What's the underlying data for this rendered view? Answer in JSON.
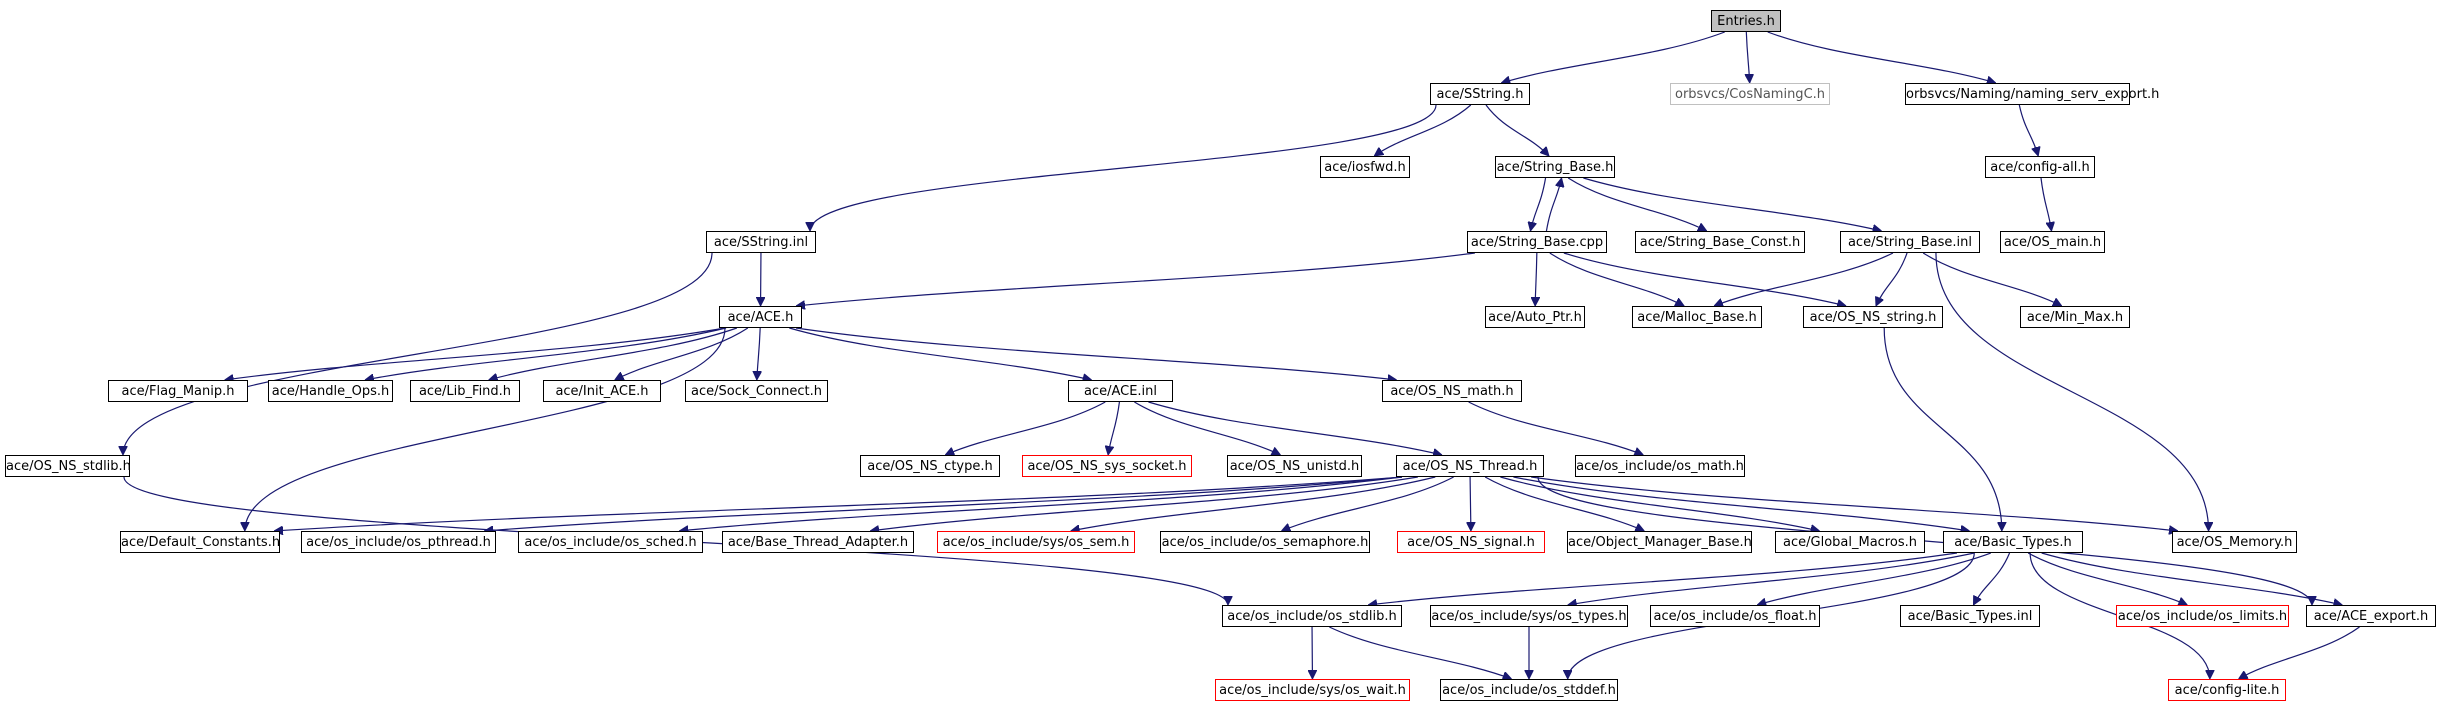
{
  "diagram": {
    "type": "include-dependency-graph",
    "colors": {
      "edge": "#191970",
      "node_border": "#000000",
      "missing_node_border": "#ff0000",
      "external_node_border": "#c0c0c0",
      "root_fill": "#c0c0c0"
    },
    "nodes": [
      {
        "id": "entries",
        "label": "Entries.h",
        "style": "root"
      },
      {
        "id": "sstring_h",
        "label": "ace/SString.h",
        "style": "normal"
      },
      {
        "id": "cosnaming",
        "label": "orbsvcs/CosNamingC.h",
        "style": "gray"
      },
      {
        "id": "naming_export",
        "label": "orbsvcs/Naming/naming_serv_export.h",
        "style": "normal"
      },
      {
        "id": "iosfwd",
        "label": "ace/iosfwd.h",
        "style": "normal"
      },
      {
        "id": "string_base_h",
        "label": "ace/String_Base.h",
        "style": "normal"
      },
      {
        "id": "config_all",
        "label": "ace/config-all.h",
        "style": "normal"
      },
      {
        "id": "sstring_inl",
        "label": "ace/SString.inl",
        "style": "normal"
      },
      {
        "id": "string_base_cpp",
        "label": "ace/String_Base.cpp",
        "style": "normal"
      },
      {
        "id": "string_base_const",
        "label": "ace/String_Base_Const.h",
        "style": "normal"
      },
      {
        "id": "string_base_inl",
        "label": "ace/String_Base.inl",
        "style": "normal"
      },
      {
        "id": "os_main",
        "label": "ace/OS_main.h",
        "style": "normal"
      },
      {
        "id": "ace_h",
        "label": "ace/ACE.h",
        "style": "normal"
      },
      {
        "id": "auto_ptr",
        "label": "ace/Auto_Ptr.h",
        "style": "normal"
      },
      {
        "id": "malloc_base",
        "label": "ace/Malloc_Base.h",
        "style": "normal"
      },
      {
        "id": "os_ns_string",
        "label": "ace/OS_NS_string.h",
        "style": "normal"
      },
      {
        "id": "min_max",
        "label": "ace/Min_Max.h",
        "style": "normal"
      },
      {
        "id": "flag_manip",
        "label": "ace/Flag_Manip.h",
        "style": "normal"
      },
      {
        "id": "handle_ops",
        "label": "ace/Handle_Ops.h",
        "style": "normal"
      },
      {
        "id": "lib_find",
        "label": "ace/Lib_Find.h",
        "style": "normal"
      },
      {
        "id": "init_ace",
        "label": "ace/Init_ACE.h",
        "style": "normal"
      },
      {
        "id": "sock_connect",
        "label": "ace/Sock_Connect.h",
        "style": "normal"
      },
      {
        "id": "ace_inl",
        "label": "ace/ACE.inl",
        "style": "normal"
      },
      {
        "id": "os_ns_math",
        "label": "ace/OS_NS_math.h",
        "style": "normal"
      },
      {
        "id": "os_ns_stdlib",
        "label": "ace/OS_NS_stdlib.h",
        "style": "normal"
      },
      {
        "id": "os_ns_ctype",
        "label": "ace/OS_NS_ctype.h",
        "style": "normal"
      },
      {
        "id": "os_ns_sys_socket",
        "label": "ace/OS_NS_sys_socket.h",
        "style": "red"
      },
      {
        "id": "os_ns_unistd",
        "label": "ace/OS_NS_unistd.h",
        "style": "normal"
      },
      {
        "id": "os_ns_thread",
        "label": "ace/OS_NS_Thread.h",
        "style": "normal"
      },
      {
        "id": "os_math",
        "label": "ace/os_include/os_math.h",
        "style": "normal"
      },
      {
        "id": "default_constants",
        "label": "ace/Default_Constants.h",
        "style": "normal"
      },
      {
        "id": "os_pthread",
        "label": "ace/os_include/os_pthread.h",
        "style": "normal"
      },
      {
        "id": "os_sched",
        "label": "ace/os_include/os_sched.h",
        "style": "normal"
      },
      {
        "id": "base_thread_adapter",
        "label": "ace/Base_Thread_Adapter.h",
        "style": "normal"
      },
      {
        "id": "os_sem",
        "label": "ace/os_include/sys/os_sem.h",
        "style": "red"
      },
      {
        "id": "os_semaphore",
        "label": "ace/os_include/os_semaphore.h",
        "style": "normal"
      },
      {
        "id": "os_ns_signal",
        "label": "ace/OS_NS_signal.h",
        "style": "red"
      },
      {
        "id": "object_manager_base",
        "label": "ace/Object_Manager_Base.h",
        "style": "normal"
      },
      {
        "id": "global_macros",
        "label": "ace/Global_Macros.h",
        "style": "normal"
      },
      {
        "id": "basic_types_h",
        "label": "ace/Basic_Types.h",
        "style": "normal"
      },
      {
        "id": "os_memory",
        "label": "ace/OS_Memory.h",
        "style": "normal"
      },
      {
        "id": "os_stdlib",
        "label": "ace/os_include/os_stdlib.h",
        "style": "normal"
      },
      {
        "id": "os_types",
        "label": "ace/os_include/sys/os_types.h",
        "style": "normal"
      },
      {
        "id": "os_float",
        "label": "ace/os_include/os_float.h",
        "style": "normal"
      },
      {
        "id": "basic_types_inl",
        "label": "ace/Basic_Types.inl",
        "style": "normal"
      },
      {
        "id": "os_limits",
        "label": "ace/os_include/os_limits.h",
        "style": "red"
      },
      {
        "id": "ace_export",
        "label": "ace/ACE_export.h",
        "style": "normal"
      },
      {
        "id": "os_wait",
        "label": "ace/os_include/sys/os_wait.h",
        "style": "red"
      },
      {
        "id": "os_stddef",
        "label": "ace/os_include/os_stddef.h",
        "style": "normal"
      },
      {
        "id": "config_lite",
        "label": "ace/config-lite.h",
        "style": "red"
      }
    ],
    "edges": [
      [
        "entries",
        "sstring_h"
      ],
      [
        "entries",
        "cosnaming"
      ],
      [
        "entries",
        "naming_export"
      ],
      [
        "sstring_h",
        "iosfwd"
      ],
      [
        "sstring_h",
        "string_base_h"
      ],
      [
        "sstring_h",
        "sstring_inl"
      ],
      [
        "naming_export",
        "config_all"
      ],
      [
        "config_all",
        "os_main"
      ],
      [
        "string_base_h",
        "string_base_cpp"
      ],
      [
        "string_base_cpp",
        "string_base_h"
      ],
      [
        "string_base_h",
        "string_base_const"
      ],
      [
        "string_base_h",
        "string_base_inl"
      ],
      [
        "sstring_inl",
        "ace_h"
      ],
      [
        "sstring_inl",
        "os_ns_stdlib"
      ],
      [
        "string_base_cpp",
        "ace_h"
      ],
      [
        "string_base_cpp",
        "auto_ptr"
      ],
      [
        "string_base_cpp",
        "malloc_base"
      ],
      [
        "string_base_cpp",
        "os_ns_string"
      ],
      [
        "string_base_inl",
        "malloc_base"
      ],
      [
        "string_base_inl",
        "os_ns_string"
      ],
      [
        "string_base_inl",
        "min_max"
      ],
      [
        "string_base_inl",
        "os_memory"
      ],
      [
        "ace_h",
        "flag_manip"
      ],
      [
        "ace_h",
        "handle_ops"
      ],
      [
        "ace_h",
        "lib_find"
      ],
      [
        "ace_h",
        "init_ace"
      ],
      [
        "ace_h",
        "sock_connect"
      ],
      [
        "ace_h",
        "ace_inl"
      ],
      [
        "ace_h",
        "os_ns_math"
      ],
      [
        "ace_h",
        "default_constants"
      ],
      [
        "ace_inl",
        "os_ns_ctype"
      ],
      [
        "ace_inl",
        "os_ns_sys_socket"
      ],
      [
        "ace_inl",
        "os_ns_unistd"
      ],
      [
        "ace_inl",
        "os_ns_thread"
      ],
      [
        "os_ns_math",
        "os_math"
      ],
      [
        "os_ns_string",
        "basic_types_h"
      ],
      [
        "os_ns_stdlib",
        "os_stdlib"
      ],
      [
        "os_ns_thread",
        "default_constants"
      ],
      [
        "os_ns_thread",
        "os_pthread"
      ],
      [
        "os_ns_thread",
        "os_sched"
      ],
      [
        "os_ns_thread",
        "base_thread_adapter"
      ],
      [
        "os_ns_thread",
        "os_sem"
      ],
      [
        "os_ns_thread",
        "os_semaphore"
      ],
      [
        "os_ns_thread",
        "os_ns_signal"
      ],
      [
        "os_ns_thread",
        "object_manager_base"
      ],
      [
        "os_ns_thread",
        "global_macros"
      ],
      [
        "os_ns_thread",
        "basic_types_h"
      ],
      [
        "os_ns_thread",
        "os_memory"
      ],
      [
        "os_ns_thread",
        "ace_export"
      ],
      [
        "basic_types_h",
        "os_stdlib"
      ],
      [
        "basic_types_h",
        "os_types"
      ],
      [
        "basic_types_h",
        "os_float"
      ],
      [
        "basic_types_h",
        "basic_types_inl"
      ],
      [
        "basic_types_h",
        "os_limits"
      ],
      [
        "basic_types_h",
        "ace_export"
      ],
      [
        "basic_types_h",
        "os_stddef"
      ],
      [
        "basic_types_h",
        "config_lite"
      ],
      [
        "os_stdlib",
        "os_wait"
      ],
      [
        "os_stdlib",
        "os_stddef"
      ],
      [
        "os_types",
        "os_stddef"
      ],
      [
        "ace_export",
        "config_lite"
      ]
    ]
  }
}
